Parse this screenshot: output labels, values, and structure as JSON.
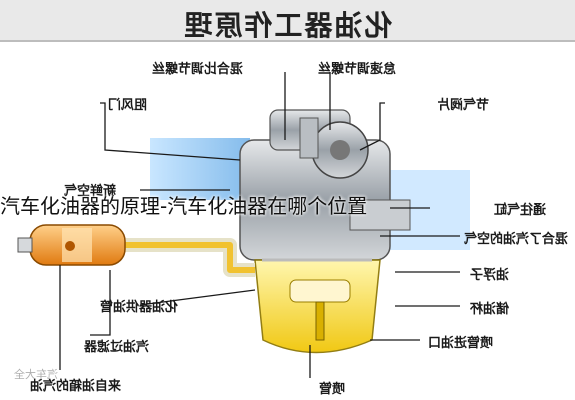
{
  "header": {
    "title": "化油器工作原理"
  },
  "overlay": {
    "caption": "汽车化油器的原理-汽车化油器在哪个位置"
  },
  "labels": {
    "mix_screw": "混合比调节螺丝",
    "idle_screw": "怠速调节螺丝",
    "choke": "阻风门",
    "throttle": "节气阀片",
    "air": "新鲜空气",
    "to_cylinder": "通往气缸",
    "mixture": "混合了汽油的空气",
    "float": "油浮子",
    "float_chamber": "储油杯",
    "feed_pipe": "化油器供油管",
    "main_jet": "喷管进油口",
    "filter": "汽油过滤器",
    "from_tank": "来自油箱的汽油",
    "jet": "喷管"
  },
  "watermark": "汽车大全"
}
